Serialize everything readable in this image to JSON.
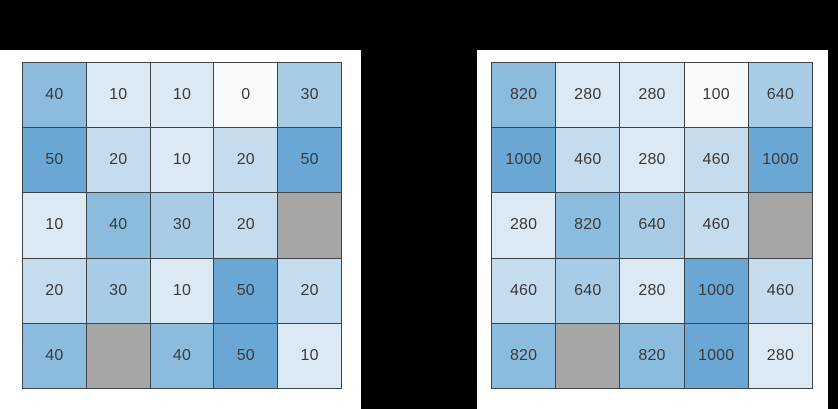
{
  "background_color": "#000000",
  "panel_color": "#ffffff",
  "grid_line_color": "#3f4448",
  "text_color": "#3a3a3a",
  "masked_color": "#a6a6a6",
  "color_scale": {
    "step_0": "#f6fafd",
    "step_10": "#dbe9f5",
    "step_20": "#c5dbee",
    "step_30": "#a8cbe6",
    "step_40": "#8cbcdd",
    "step_50": "#6aa7d4"
  },
  "panels": [
    {
      "name": "left-heatmap-panel",
      "chart_data": {
        "type": "heatmap",
        "title": "",
        "xlabel": "",
        "ylabel": "",
        "rows": 5,
        "cols": 5,
        "vmin": 0,
        "vmax": 50,
        "grid": true,
        "legend": "none",
        "masked_cells": [
          [
            2,
            4
          ],
          [
            4,
            1
          ]
        ],
        "values": [
          [
            40,
            10,
            10,
            0,
            30
          ],
          [
            50,
            20,
            10,
            20,
            50
          ],
          [
            10,
            40,
            30,
            20,
            null
          ],
          [
            20,
            30,
            10,
            50,
            20
          ],
          [
            40,
            null,
            40,
            50,
            10
          ]
        ],
        "cells": [
          {
            "label": "40",
            "color": "#8cbcdd",
            "masked": false
          },
          {
            "label": "10",
            "color": "#dbe9f5",
            "masked": false
          },
          {
            "label": "10",
            "color": "#dbe9f5",
            "masked": false
          },
          {
            "label": "0",
            "color": "#f6fafd",
            "masked": false
          },
          {
            "label": "30",
            "color": "#a8cbe6",
            "masked": false
          },
          {
            "label": "50",
            "color": "#6aa7d4",
            "masked": false
          },
          {
            "label": "20",
            "color": "#c5dbee",
            "masked": false
          },
          {
            "label": "10",
            "color": "#dbe9f5",
            "masked": false
          },
          {
            "label": "20",
            "color": "#c5dbee",
            "masked": false
          },
          {
            "label": "50",
            "color": "#6aa7d4",
            "masked": false
          },
          {
            "label": "10",
            "color": "#dbe9f5",
            "masked": false
          },
          {
            "label": "40",
            "color": "#8cbcdd",
            "masked": false
          },
          {
            "label": "30",
            "color": "#a8cbe6",
            "masked": false
          },
          {
            "label": "20",
            "color": "#c5dbee",
            "masked": false
          },
          {
            "label": "",
            "color": "#a6a6a6",
            "masked": true
          },
          {
            "label": "20",
            "color": "#c5dbee",
            "masked": false
          },
          {
            "label": "30",
            "color": "#a8cbe6",
            "masked": false
          },
          {
            "label": "10",
            "color": "#dbe9f5",
            "masked": false
          },
          {
            "label": "50",
            "color": "#6aa7d4",
            "masked": false
          },
          {
            "label": "20",
            "color": "#c5dbee",
            "masked": false
          },
          {
            "label": "40",
            "color": "#8cbcdd",
            "masked": false
          },
          {
            "label": "",
            "color": "#a6a6a6",
            "masked": true
          },
          {
            "label": "40",
            "color": "#8cbcdd",
            "masked": false
          },
          {
            "label": "50",
            "color": "#6aa7d4",
            "masked": false
          },
          {
            "label": "10",
            "color": "#dbe9f5",
            "masked": false
          }
        ]
      }
    },
    {
      "name": "right-heatmap-panel",
      "chart_data": {
        "type": "heatmap",
        "title": "",
        "xlabel": "",
        "ylabel": "",
        "rows": 5,
        "cols": 5,
        "vmin": 100,
        "vmax": 1000,
        "grid": true,
        "legend": "none",
        "masked_cells": [
          [
            2,
            4
          ],
          [
            4,
            1
          ]
        ],
        "values": [
          [
            820,
            280,
            280,
            100,
            640
          ],
          [
            1000,
            460,
            280,
            460,
            1000
          ],
          [
            280,
            820,
            640,
            460,
            null
          ],
          [
            460,
            640,
            280,
            1000,
            460
          ],
          [
            820,
            null,
            820,
            1000,
            280
          ]
        ],
        "cells": [
          {
            "label": "820",
            "color": "#8cbcdd",
            "masked": false
          },
          {
            "label": "280",
            "color": "#dbe9f5",
            "masked": false
          },
          {
            "label": "280",
            "color": "#dbe9f5",
            "masked": false
          },
          {
            "label": "100",
            "color": "#f6fafd",
            "masked": false
          },
          {
            "label": "640",
            "color": "#a8cbe6",
            "masked": false
          },
          {
            "label": "1000",
            "color": "#6aa7d4",
            "masked": false
          },
          {
            "label": "460",
            "color": "#c5dbee",
            "masked": false
          },
          {
            "label": "280",
            "color": "#dbe9f5",
            "masked": false
          },
          {
            "label": "460",
            "color": "#c5dbee",
            "masked": false
          },
          {
            "label": "1000",
            "color": "#6aa7d4",
            "masked": false
          },
          {
            "label": "280",
            "color": "#dbe9f5",
            "masked": false
          },
          {
            "label": "820",
            "color": "#8cbcdd",
            "masked": false
          },
          {
            "label": "640",
            "color": "#a8cbe6",
            "masked": false
          },
          {
            "label": "460",
            "color": "#c5dbee",
            "masked": false
          },
          {
            "label": "",
            "color": "#a6a6a6",
            "masked": true
          },
          {
            "label": "460",
            "color": "#c5dbee",
            "masked": false
          },
          {
            "label": "640",
            "color": "#a8cbe6",
            "masked": false
          },
          {
            "label": "280",
            "color": "#dbe9f5",
            "masked": false
          },
          {
            "label": "1000",
            "color": "#6aa7d4",
            "masked": false
          },
          {
            "label": "460",
            "color": "#c5dbee",
            "masked": false
          },
          {
            "label": "820",
            "color": "#8cbcdd",
            "masked": false
          },
          {
            "label": "",
            "color": "#a6a6a6",
            "masked": true
          },
          {
            "label": "820",
            "color": "#8cbcdd",
            "masked": false
          },
          {
            "label": "1000",
            "color": "#6aa7d4",
            "masked": false
          },
          {
            "label": "280",
            "color": "#dbe9f5",
            "masked": false
          }
        ]
      }
    }
  ]
}
